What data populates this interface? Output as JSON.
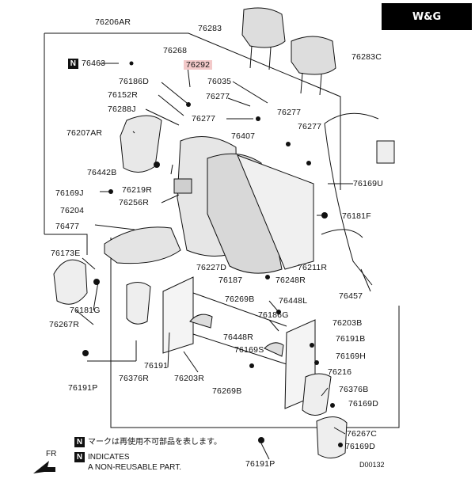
{
  "brand": {
    "label": "W&G"
  },
  "labels": {
    "p76206AR": "76206AR",
    "p76283": "76283",
    "p76283C": "76283C",
    "p76463": "76463",
    "p76268": "76268",
    "p76292": "76292",
    "p76186D": "76186D",
    "p76035": "76035",
    "p76152R": "76152R",
    "p76277a": "76277",
    "p76288J": "76288J",
    "p76277b": "76277",
    "p76277c": "76277",
    "p76277d": "76277",
    "p76207AR": "76207AR",
    "p76407": "76407",
    "p76442B": "76442B",
    "p76219R": "76219R",
    "p76169U": "76169U",
    "p76169J": "76169J",
    "p76256R": "76256R",
    "p76204": "76204",
    "p76181F": "76181F",
    "p76477": "76477",
    "p76173E": "76173E",
    "p76227D": "76227D",
    "p76211R": "76211R",
    "p76187": "76187",
    "p76248R": "76248R",
    "p76457": "76457",
    "p76181G": "76181G",
    "p76267R": "76267R",
    "p76269Ba": "76269B",
    "p76448L": "76448L",
    "p76186G": "76186G",
    "p76203B": "76203B",
    "p76448R": "76448R",
    "p76191B": "76191B",
    "p76169S": "76169S",
    "p76169H": "76169H",
    "p76191": "76191",
    "p76376R": "76376R",
    "p76203R": "76203R",
    "p76216": "76216",
    "p76376B": "76376B",
    "p76191P": "76191P",
    "p76269Bb": "76269B",
    "p76169D": "76169D",
    "p76267C": "76267C",
    "p76191Pb": "76191P",
    "p76169Db": "76169D"
  },
  "notes": {
    "symbol": "N",
    "jp": "マークは再使用不可部品を表します。",
    "en1": "INDICATES",
    "en2": "A NON-REUSABLE PART."
  },
  "direction": "FR",
  "drawing_code": "D00132"
}
